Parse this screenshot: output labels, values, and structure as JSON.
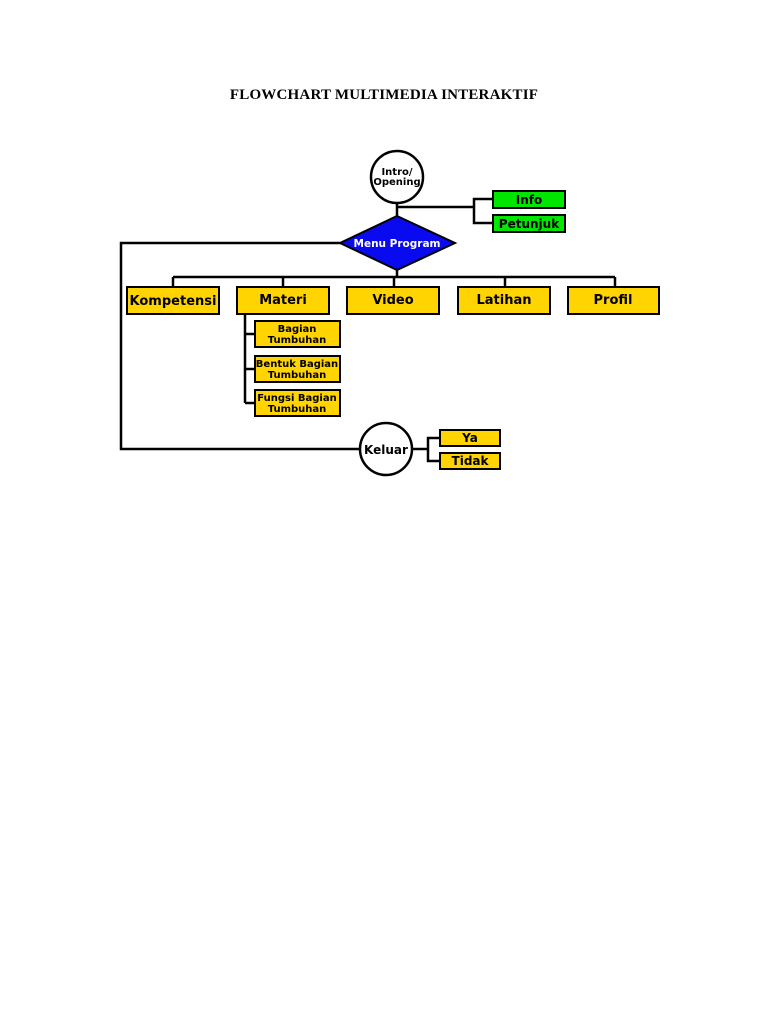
{
  "title": "FLOWCHART MULTIMEDIA INTERAKTIF",
  "colors": {
    "box_fill": "#FFD400",
    "green_fill": "#00E600",
    "diamond_fill": "#0A0AF0",
    "line": "#000000"
  },
  "nodes": {
    "intro": [
      "Intro/",
      "Opening"
    ],
    "info": "Info",
    "petunjuk": "Petunjuk",
    "menu": "Menu Program",
    "kompetensi": "Kompetensi",
    "materi": "Materi",
    "video": "Video",
    "latihan": "Latihan",
    "profil": "Profil",
    "bagian": [
      "Bagian",
      "Tumbuhan"
    ],
    "bentuk": [
      "Bentuk Bagian",
      "Tumbuhan"
    ],
    "fungsi": [
      "Fungsi Bagian",
      "Tumbuhan"
    ],
    "keluar": "Keluar",
    "ya": "Ya",
    "tidak": "Tidak"
  }
}
